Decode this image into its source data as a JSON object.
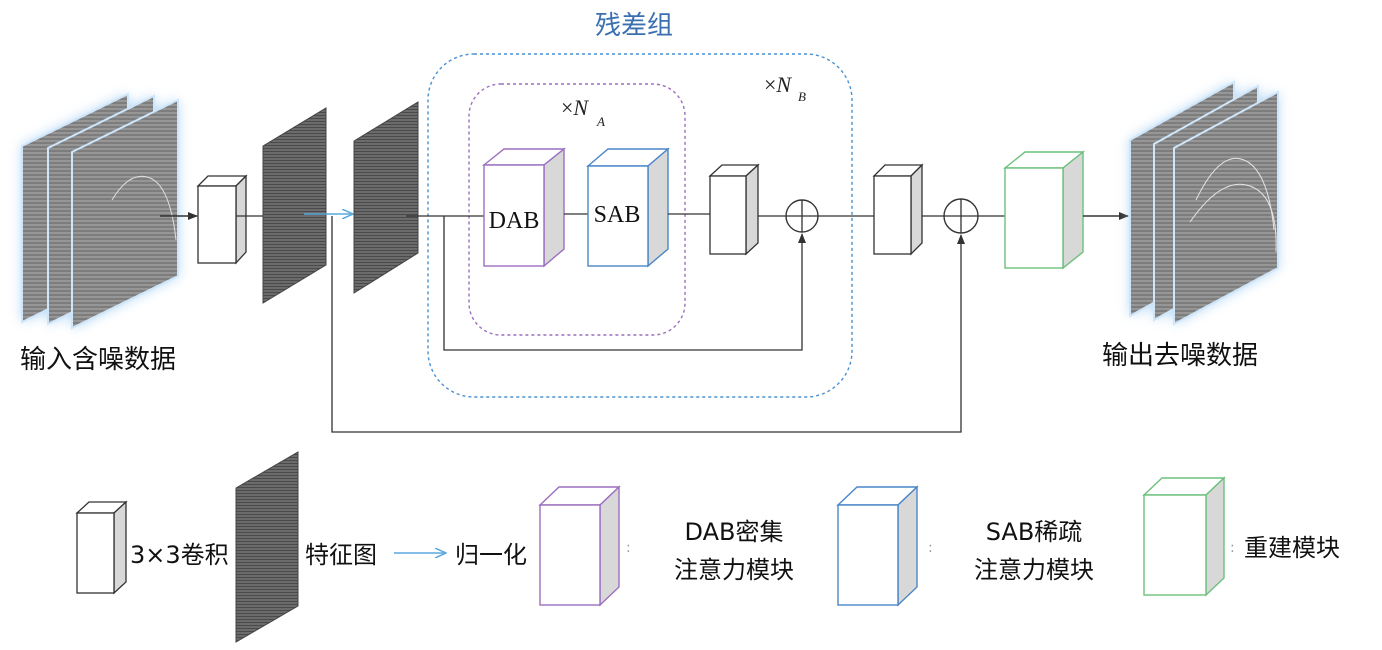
{
  "group": {
    "title": "残差组",
    "repeat_outer_prefix": "×",
    "repeat_outer_var": "N",
    "repeat_outer_sub": "B",
    "repeat_inner_prefix": "×",
    "repeat_inner_var": "N",
    "repeat_inner_sub": "A"
  },
  "blocks": {
    "dab": "DAB",
    "sab": "SAB"
  },
  "io": {
    "input_label": "输入含噪数据",
    "output_label": "输出去噪数据"
  },
  "legend": {
    "conv": "3×3卷积",
    "feature": "特征图",
    "norm": "归一化",
    "dab_line1": "DAB密集",
    "dab_line2": "注意力模块",
    "sab_line1": "SAB稀疏",
    "sab_line2": "注意力模块",
    "recon": "重建模块"
  },
  "colors": {
    "dab": "#9b6fc0",
    "sab": "#4a86c8",
    "recon": "#6cc07c",
    "group_border": "#4a90d0",
    "arrow_blue": "#5aa8de",
    "feature_gray": "#555555"
  }
}
